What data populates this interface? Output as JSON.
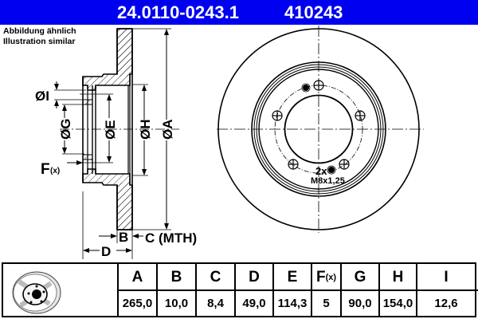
{
  "header": {
    "part_number": "24.0110-0243.1",
    "short_number": "410243",
    "background_color": "#0000f0",
    "text_color": "#ffffff"
  },
  "note": {
    "line1": "Abbildung ähnlich",
    "line2": "Illustration similar"
  },
  "drawing": {
    "section_view_labels": {
      "dia_i": "ØI",
      "dia_g": "ØG",
      "dia_e": "ØE",
      "dia_h": "ØH",
      "dia_a": "ØA",
      "f_label": "F",
      "f_sub": "(x)",
      "b_label": "B",
      "c_label": "C (MTH)",
      "d_label": "D"
    },
    "front_view_labels": {
      "thread_count": "2x",
      "thread_spec": "M8x1,25"
    },
    "bolt_holes": 5
  },
  "spec_table": {
    "thumbnail_icon": "brake-disc-thumbnail-icon",
    "columns": [
      {
        "key": "A",
        "label": "A",
        "value": "265,0"
      },
      {
        "key": "B",
        "label": "B",
        "value": "10,0"
      },
      {
        "key": "C",
        "label": "C",
        "value": "8,4"
      },
      {
        "key": "D",
        "label": "D",
        "value": "49,0"
      },
      {
        "key": "E",
        "label": "E",
        "value": "114,3"
      },
      {
        "key": "F",
        "label": "F",
        "label_sub": "(x)",
        "value": "5"
      },
      {
        "key": "G",
        "label": "G",
        "value": "90,0"
      },
      {
        "key": "H",
        "label": "H",
        "value": "154,0"
      },
      {
        "key": "I",
        "label": "I",
        "value": "12,6"
      }
    ]
  }
}
